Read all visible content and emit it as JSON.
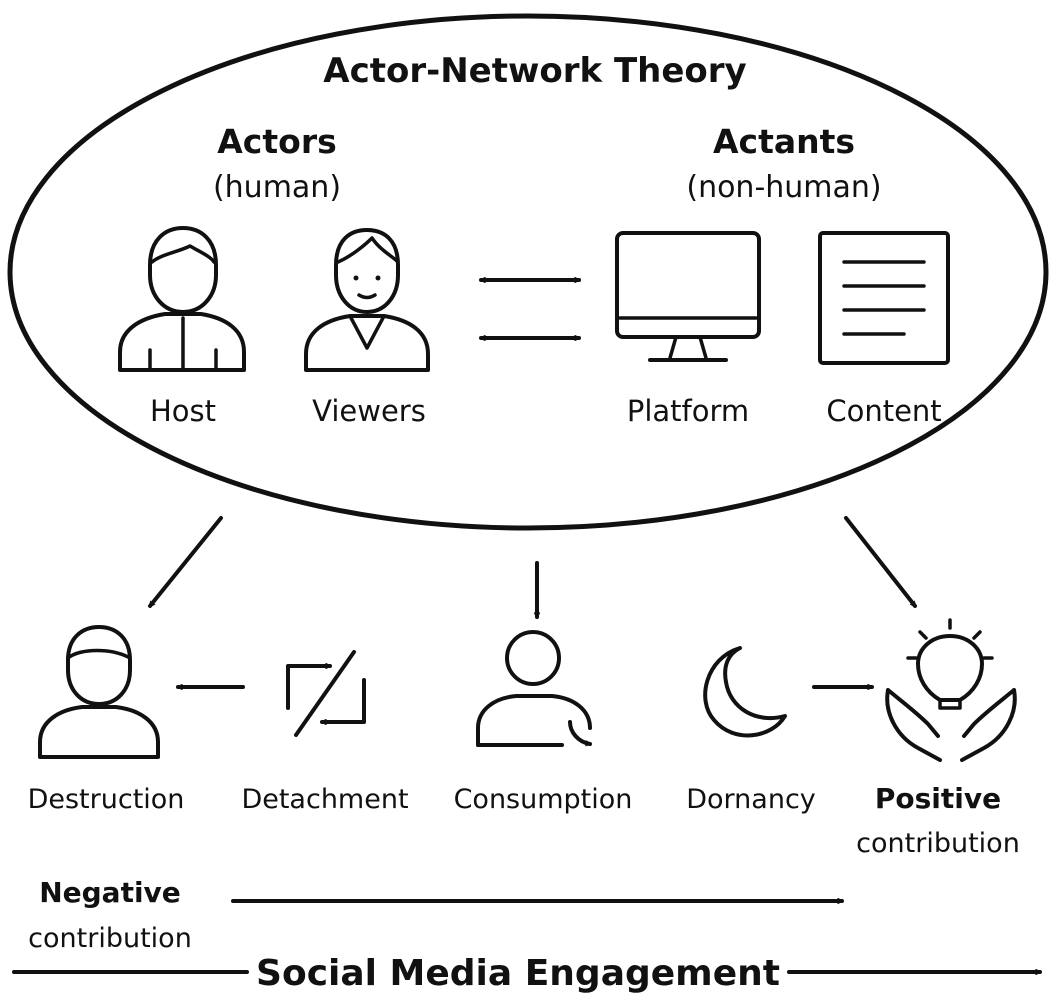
{
  "title": "Actor-Network Theory",
  "actors": {
    "heading": "Actors",
    "subheading": "(human)"
  },
  "actants": {
    "heading": "Actants",
    "subheading": "(non-human)"
  },
  "nodes": {
    "host": "Host",
    "viewers": "Viewers",
    "platform": "Platform",
    "content": "Content"
  },
  "stages": {
    "destruction": "Destruction",
    "detachment": "Detachment",
    "consumption": "Consumption",
    "dormancy": "Dornancy",
    "positive_line1": "Positive",
    "positive_line2": "contribution"
  },
  "spectrum": {
    "negative_line1": "Negative",
    "negative_line2": "contribution",
    "axis_label": "Social Media Engagement"
  }
}
